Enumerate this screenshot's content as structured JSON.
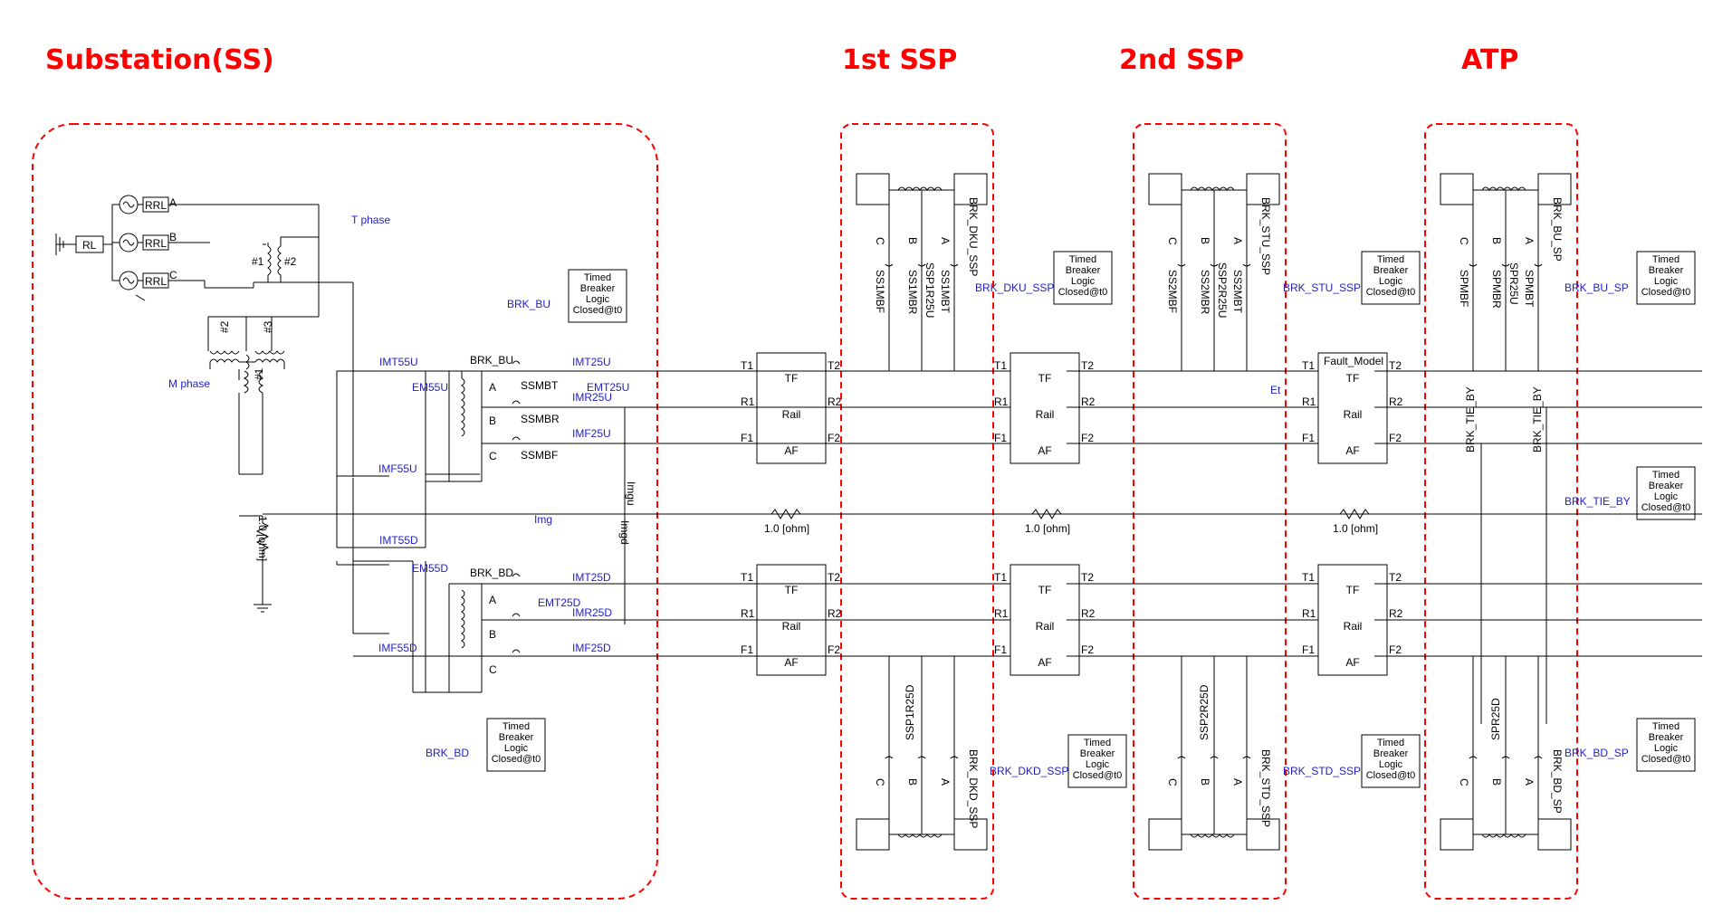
{
  "sections": {
    "substation": "Substation(SS)",
    "ssp1": "1st SSP",
    "ssp2": "2nd SSP",
    "atp": "ATP"
  },
  "source": {
    "phases": [
      "A",
      "B",
      "C"
    ],
    "rrl": "RRL",
    "rl": "RL",
    "t_phase": "T phase",
    "m_phase": "M phase",
    "tx1": "#1",
    "tx2": "#2",
    "tx3": "#3"
  },
  "breaker_logic": {
    "line1": "Timed",
    "line2": "Breaker",
    "line3": "Logic",
    "line4": "Closed@t0"
  },
  "breakers": {
    "brk_bu": "BRK_BU",
    "brk_bd": "BRK_BD",
    "brk_dku_ssp": "BRK_DKU_SSP",
    "brk_dkd_ssp": "BRK_DKD_SSP",
    "brk_stu_ssp": "BRK_STU_SSP",
    "brk_std_ssp": "BRK_STD_SSP",
    "brk_bu_sp": "BRK_BU_SP",
    "brk_bd_sp": "BRK_BD_SP",
    "brk_tie_by": "BRK_TIE_BY"
  },
  "meters": {
    "imt55u": "IMT55U",
    "em55u": "EM55U",
    "imf55u": "IMF55U",
    "imt55d": "IMT55D",
    "em55d": "EM55D",
    "imf55d": "IMF55D",
    "imt25u": "IMT25U",
    "imr25u": "IMR25U",
    "emt25u": "EMT25U",
    "imf25u": "IMF25U",
    "imt25d": "IMT25D",
    "imr25d": "IMR25D",
    "emt25d": "EMT25D",
    "imf25d": "IMF25D",
    "img": "Img",
    "imgu": "Imgu",
    "imgd": "Imgd",
    "et": "Et",
    "ssp1r25u": "SSP1R25U",
    "ssp1r25d": "SSP1R25D",
    "ssp2r25u": "SSP2R25U",
    "ssp2r25d": "SSP2R25D",
    "spr25u": "SPR25U",
    "spr25d": "SPR25D"
  },
  "ss_labels": {
    "brk_bu_local": "BRK_BU",
    "brk_bd_local": "BRK_BD",
    "a": "A",
    "b": "B",
    "c": "C",
    "ssmbt": "SSMBT",
    "ssmbr": "SSMBR",
    "ssmbf": "SSMBF",
    "ground_r": "1.0 [ohm]"
  },
  "line_model": {
    "tf": "TF",
    "rail": "Rail",
    "af": "AF",
    "t1": "T1",
    "t2": "T2",
    "r1": "R1",
    "r2": "R2",
    "f1": "F1",
    "f2": "F2",
    "fault": "Fault_Model",
    "res": "1.0 [ohm]"
  },
  "ssp_labels": {
    "ss1mbf": "SS1MBF",
    "ss1mbr": "SS1MBR",
    "ss1mbt": "SS1MBT",
    "ss2mbf": "SS2MBF",
    "ss2mbr": "SS2MBR",
    "ss2mbt": "SS2MBT",
    "spmbf": "SPMBF",
    "spmbr": "SPMBR",
    "spmbt": "SPMBT",
    "a": "A",
    "b": "B",
    "c": "C"
  }
}
